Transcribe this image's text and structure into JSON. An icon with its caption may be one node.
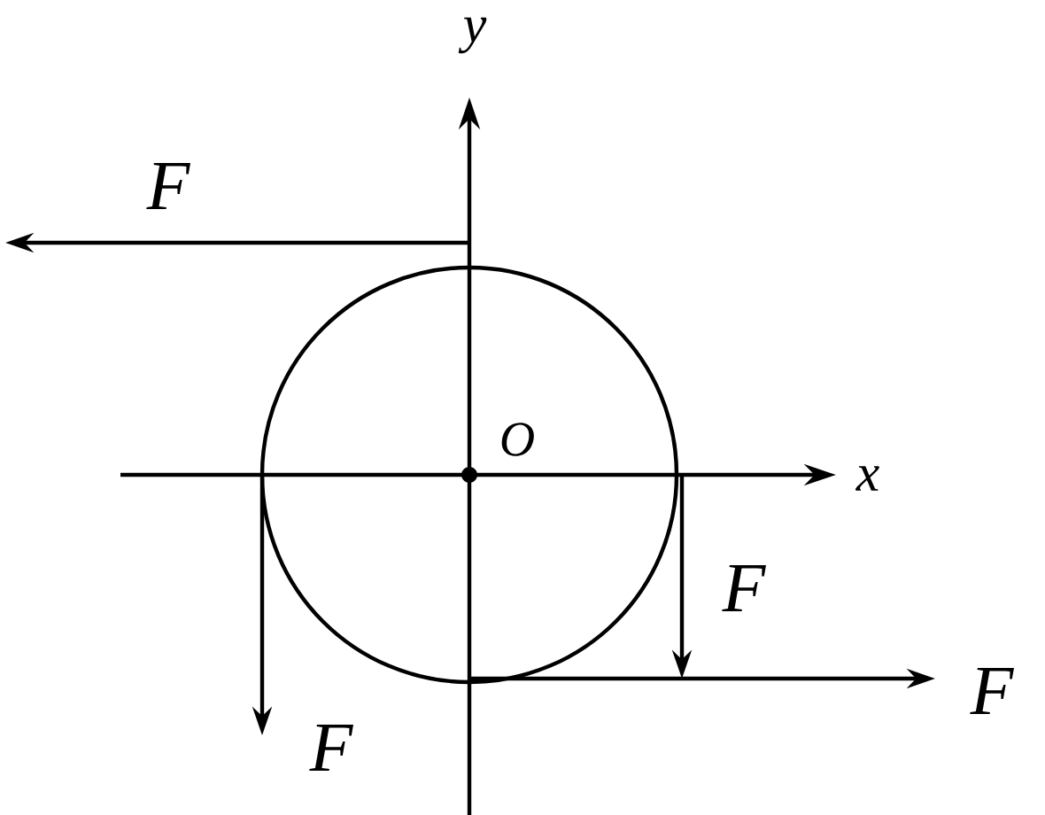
{
  "diagram": {
    "labels": [
      "y",
      "F",
      "O",
      "x",
      "F",
      "F",
      "F"
    ]
  }
}
